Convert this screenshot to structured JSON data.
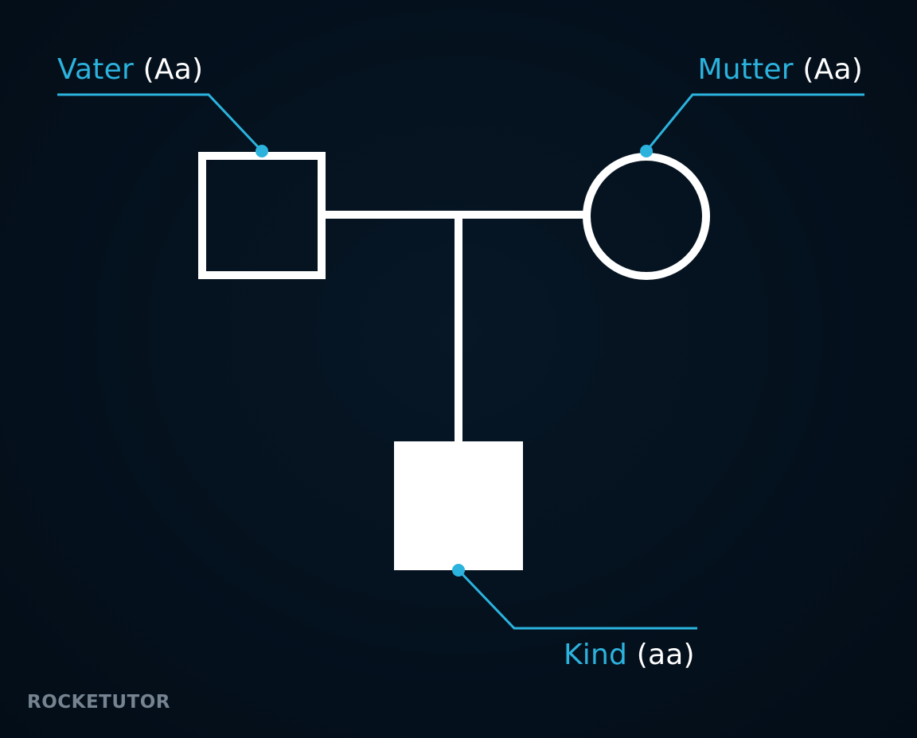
{
  "colors": {
    "accent": "#2bb3de",
    "symbol": "#ffffff",
    "background": "#04101c"
  },
  "members": {
    "father": {
      "name": "Vater",
      "genotype": "(Aa)",
      "symbol": "square-outline"
    },
    "mother": {
      "name": "Mutter",
      "genotype": "(Aa)",
      "symbol": "circle-outline"
    },
    "child": {
      "name": "Kind",
      "genotype": "(aa)",
      "symbol": "square-filled"
    }
  },
  "brand": {
    "logo_text": "ROCKETUTOR"
  }
}
